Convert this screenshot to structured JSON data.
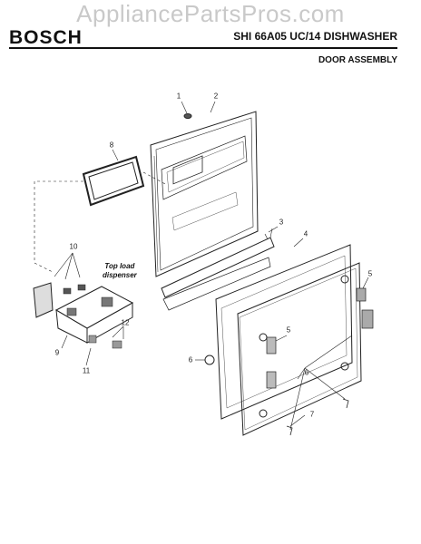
{
  "watermark": "AppliancePartsPros.com",
  "header": {
    "brand": "BOSCH",
    "model_title": "SHI 66A05 UC/14 DISHWASHER",
    "section_title": "DOOR ASSEMBLY"
  },
  "diagram": {
    "callouts": {
      "c1": "1",
      "c2": "2",
      "c3": "3",
      "c4": "4",
      "c5a": "5",
      "c5b": "5",
      "c6a": "6",
      "c6b": "6",
      "c7": "7",
      "c8": "8",
      "c9": "9",
      "c10": "10",
      "c11": "11",
      "c12": "12"
    },
    "note_line1": "Top load",
    "note_line2": "dispenser"
  }
}
